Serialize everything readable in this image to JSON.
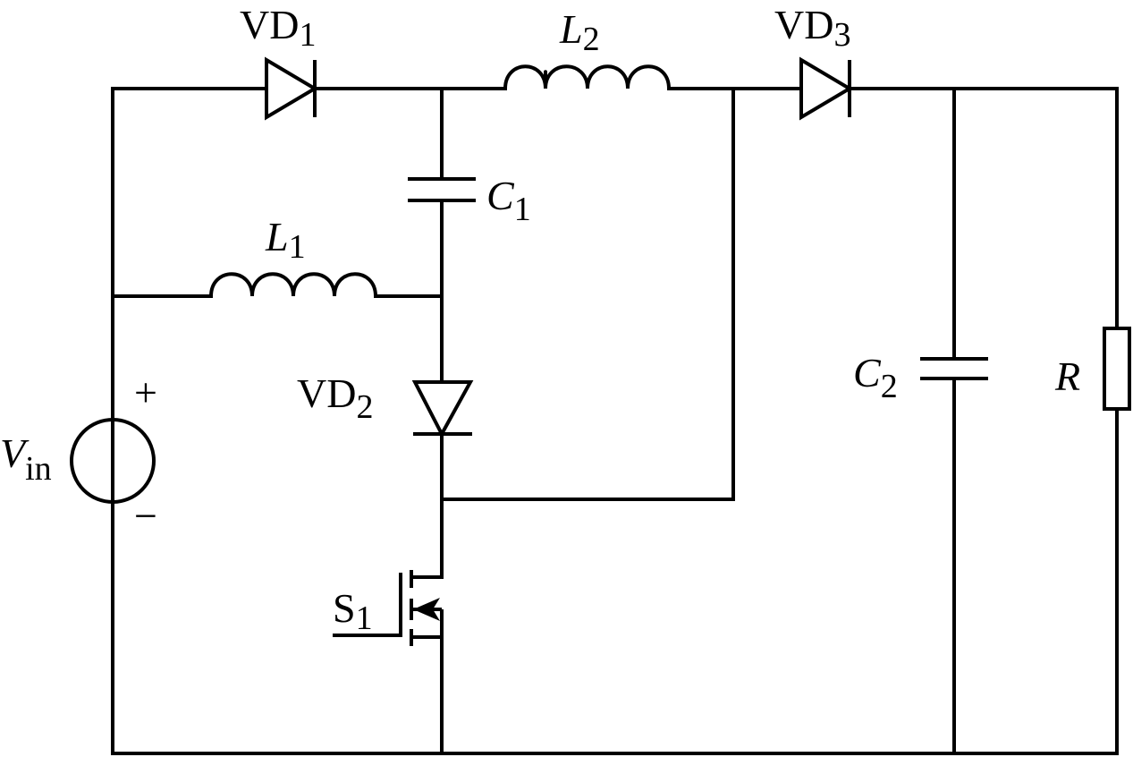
{
  "components": {
    "vd1": {
      "name": "VD",
      "sub": "1"
    },
    "l2": {
      "name": "L",
      "sub": "2"
    },
    "vd3": {
      "name": "VD",
      "sub": "3"
    },
    "c1": {
      "name": "C",
      "sub": "1"
    },
    "l1": {
      "name": "L",
      "sub": "1"
    },
    "vd2": {
      "name": "VD",
      "sub": "2"
    },
    "c2": {
      "name": "C",
      "sub": "2"
    },
    "r": {
      "name": "R"
    },
    "s1": {
      "name": "S",
      "sub": "1"
    },
    "vin": {
      "name": "V",
      "sub": "in",
      "plus": "+",
      "minus": "−"
    }
  }
}
